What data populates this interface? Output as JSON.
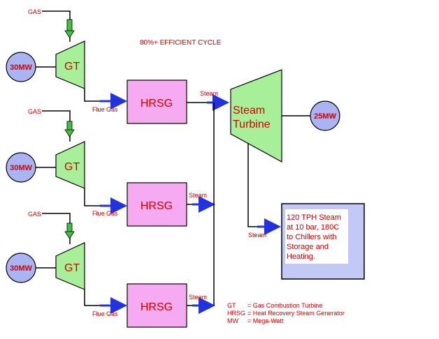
{
  "title": "80%+ EFFICIENT CYCLE",
  "gas_label": "GAS",
  "gt_label": "GT",
  "gt_power": "30MW",
  "flue_gas_label": "Flue Gas",
  "hrsg_label": "HRSG",
  "steam_label": "Steam",
  "steam_turbine": {
    "line1": "Steam",
    "line2": "Turbine",
    "power": "25MW"
  },
  "chiller_box": {
    "lines": [
      "120 TPH Steam",
      "at 10 bar, 180C",
      "to Chillers with",
      "Storage and",
      "Heating."
    ]
  },
  "legend": [
    {
      "abbr": "GT",
      "def": "= Gas Combustion Turbine"
    },
    {
      "abbr": "HRSG",
      "def": "= Heat Recovery Steam Generator"
    },
    {
      "abbr": "MW",
      "def": "= Mega-Watt"
    }
  ],
  "colors": {
    "turbine_fill": "#a8ef9a",
    "hrsg_fill": "#f5aaf2",
    "generator_fill": "#aab4f2",
    "chiller_fill": "#c3c9f6",
    "text_red": "#d40000",
    "arrow_blue": "#2233dd",
    "gas_arrow_green": "#3fc23f"
  }
}
